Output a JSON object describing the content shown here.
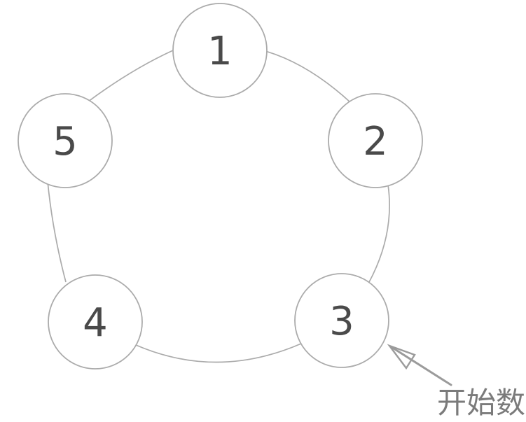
{
  "diagram": {
    "type": "josephus-circle",
    "nodes": [
      {
        "label": "1"
      },
      {
        "label": "2"
      },
      {
        "label": "3"
      },
      {
        "label": "4"
      },
      {
        "label": "5"
      }
    ],
    "annotation": {
      "label": "开始数",
      "target_node": "3"
    },
    "colors": {
      "background": "#ffffff",
      "node_fill": "#ffffff",
      "node_stroke": "#ababab",
      "ring_stroke": "#ababab",
      "node_number": "#4a4a4a",
      "arrow": "#9b9b9b",
      "annotation_text": "#7b7b7b"
    }
  }
}
